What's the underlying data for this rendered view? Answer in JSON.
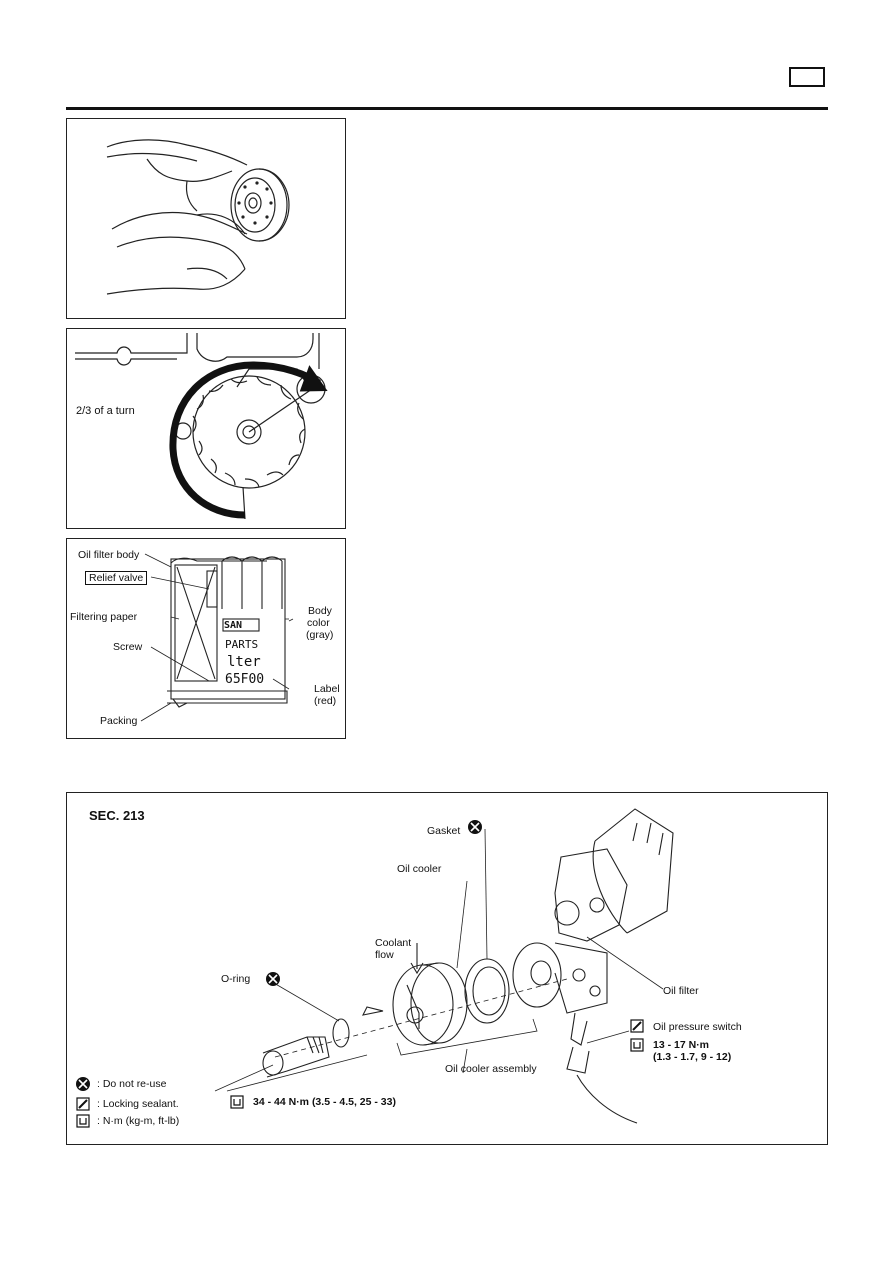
{
  "figure1": {},
  "figure2": {
    "turn_label": "2/3 of a turn"
  },
  "figure3": {
    "oil_filter_body": "Oil filter body",
    "relief_valve": "Relief valve",
    "filtering_paper": "Filtering paper",
    "screw": "Screw",
    "packing": "Packing",
    "body_color": [
      "Body",
      "color",
      "(gray)"
    ],
    "label_red": [
      "Label",
      "(red)"
    ],
    "can_print": [
      "SAN",
      "PARTS",
      "lter",
      "65F00"
    ]
  },
  "figure4": {
    "section": "SEC. 213",
    "gasket": "Gasket",
    "oil_cooler": "Oil cooler",
    "coolant_flow": [
      "Coolant",
      "flow"
    ],
    "o_ring": "O-ring",
    "oil_filter": "Oil filter",
    "oil_pressure_switch": "Oil pressure switch",
    "switch_torque": [
      "13 - 17 N·m",
      "(1.3 - 1.7, 9 - 12)"
    ],
    "oil_cooler_assembly": "Oil cooler assembly",
    "bolt_torque": "34 - 44 N·m (3.5 - 4.5, 25 - 33)",
    "legend": {
      "do_not_reuse": ": Do not re-use",
      "locking_sealant": ": Locking sealant.",
      "torque_units": ": N·m (kg-m, ft-lb)"
    }
  }
}
